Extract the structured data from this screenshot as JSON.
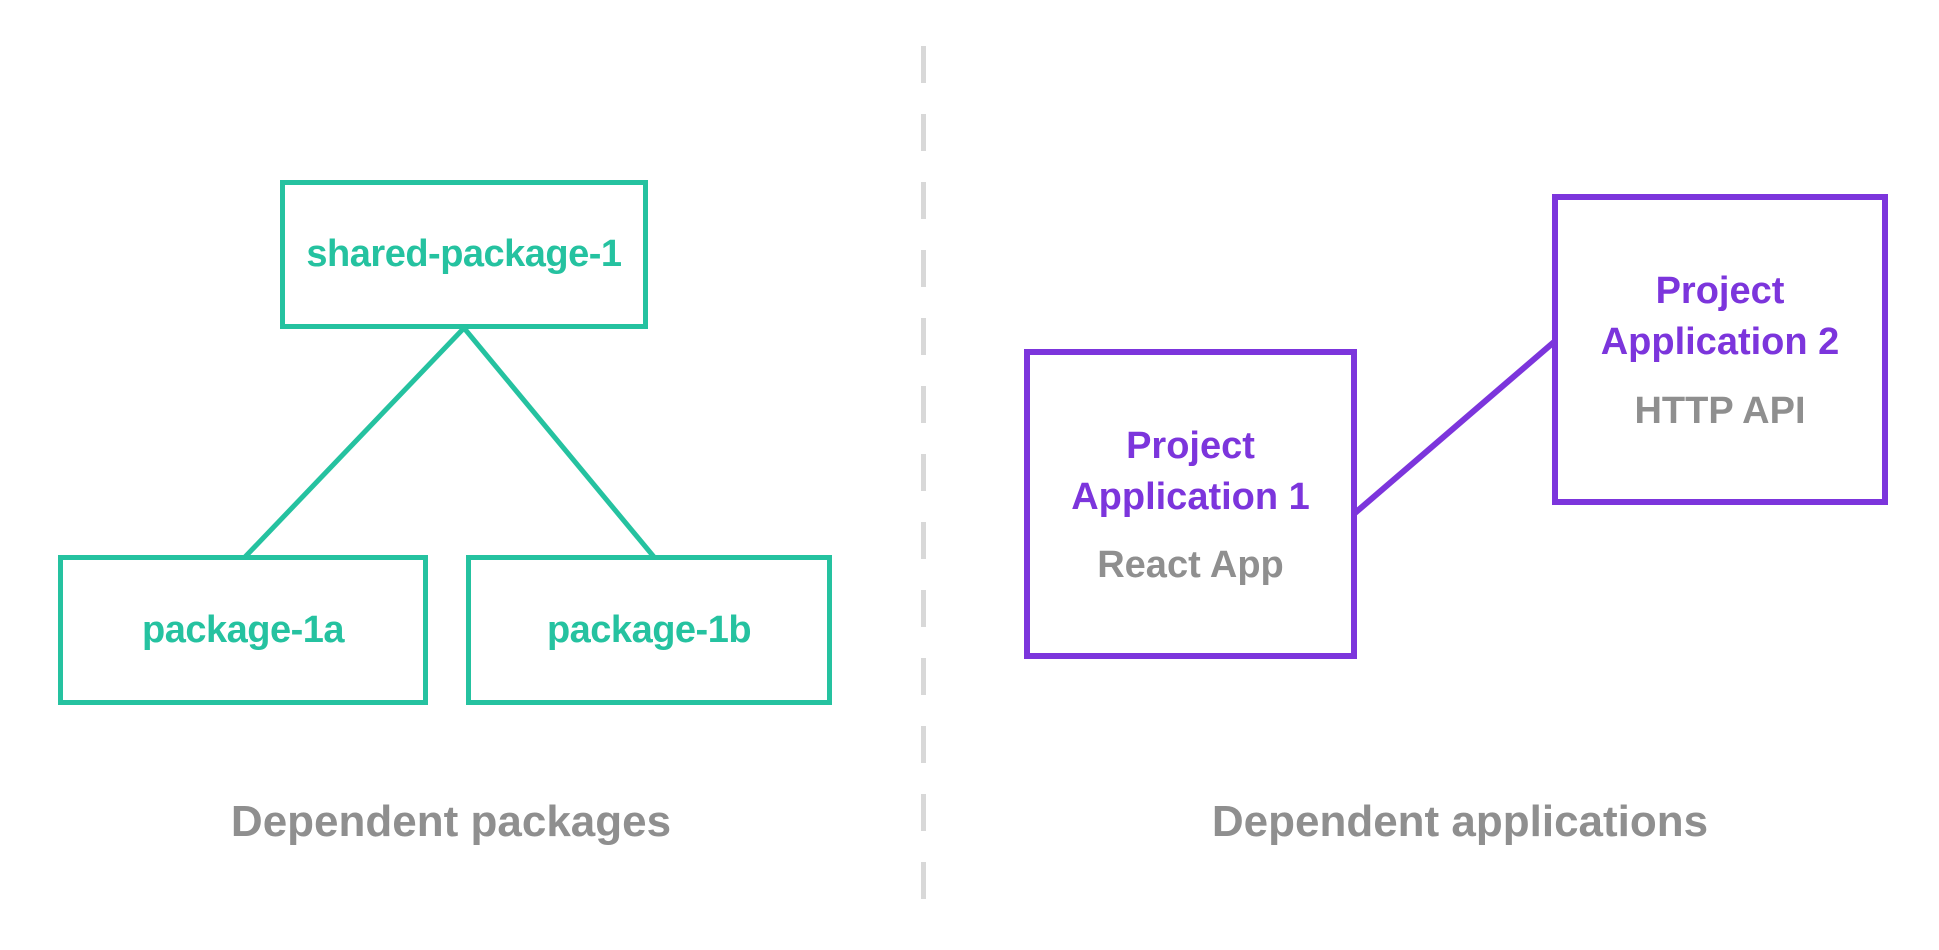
{
  "diagram": {
    "left_panel": {
      "root_node": {
        "label": "shared-package-1"
      },
      "child_nodes": [
        {
          "label": "package-1a"
        },
        {
          "label": "package-1b"
        }
      ],
      "caption": "Dependent packages"
    },
    "right_panel": {
      "app_nodes": [
        {
          "title_line1": "Project",
          "title_line2": "Application 1",
          "subtitle": "React App"
        },
        {
          "title_line1": "Project",
          "title_line2": "Application 2",
          "subtitle": "HTTP API"
        }
      ],
      "caption": "Dependent applications"
    },
    "colors": {
      "teal": "#25c2a0",
      "purple": "#7c35dc",
      "gray_text": "#8f8f8f",
      "divider_gray": "#d8d8d8",
      "background": "#ffffff"
    }
  }
}
